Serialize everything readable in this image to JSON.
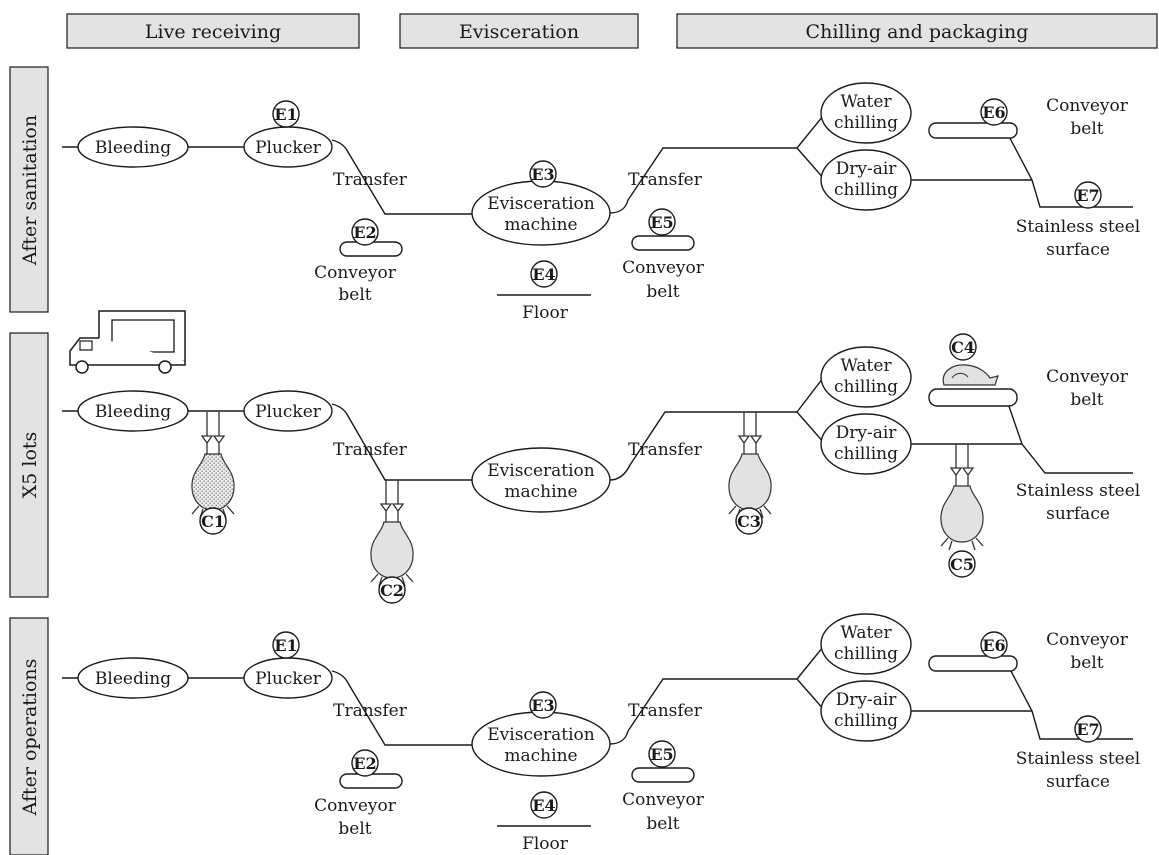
{
  "stages": [
    "Live receiving",
    "Evisceration",
    "Chilling and packaging"
  ],
  "rows": [
    {
      "side_label": "After sanitation",
      "nodes": {
        "bleeding": "Bleeding",
        "plucker": "Plucker",
        "transfer1": "Transfer",
        "evisceration": [
          "Evisceration",
          "machine"
        ],
        "transfer2": "Transfer",
        "water_chilling": [
          "Water",
          "chilling"
        ],
        "dry_air_chilling": [
          "Dry-air",
          "chilling"
        ],
        "conveyor_belt_right": [
          "Conveyor",
          "belt"
        ],
        "stainless": [
          "Stainless steel",
          "surface"
        ],
        "conveyor_belt_1": [
          "Conveyor",
          "belt"
        ],
        "floor": "Floor",
        "conveyor_belt_2": [
          "Conveyor",
          "belt"
        ]
      },
      "codes": {
        "plucker": "E1",
        "belt1": "E2",
        "evisceration": "E3",
        "floor": "E4",
        "belt2": "E5",
        "belt_right": "E6",
        "stainless": "E7"
      }
    },
    {
      "side_label": "X5 lots",
      "nodes": {
        "bleeding": "Bleeding",
        "plucker": "Plucker",
        "transfer1": "Transfer",
        "evisceration": [
          "Evisceration",
          "machine"
        ],
        "transfer2": "Transfer",
        "water_chilling": [
          "Water",
          "chilling"
        ],
        "dry_air_chilling": [
          "Dry-air",
          "chilling"
        ],
        "conveyor_belt_right": [
          "Conveyor",
          "belt"
        ],
        "stainless": [
          "Stainless steel",
          "surface"
        ]
      },
      "codes": {
        "c1": "C1",
        "c2": "C2",
        "c3": "C3",
        "c4": "C4",
        "c5": "C5"
      }
    },
    {
      "side_label": "After operations",
      "nodes": {
        "bleeding": "Bleeding",
        "plucker": "Plucker",
        "transfer1": "Transfer",
        "evisceration": [
          "Evisceration",
          "machine"
        ],
        "transfer2": "Transfer",
        "water_chilling": [
          "Water",
          "chilling"
        ],
        "dry_air_chilling": [
          "Dry-air",
          "chilling"
        ],
        "conveyor_belt_right": [
          "Conveyor",
          "belt"
        ],
        "stainless": [
          "Stainless steel",
          "surface"
        ],
        "conveyor_belt_1": [
          "Conveyor",
          "belt"
        ],
        "floor": "Floor",
        "conveyor_belt_2": [
          "Conveyor",
          "belt"
        ]
      },
      "codes": {
        "plucker": "E1",
        "belt1": "E2",
        "evisceration": "E3",
        "floor": "E4",
        "belt2": "E5",
        "belt_right": "E6",
        "stainless": "E7"
      }
    }
  ],
  "icons": [
    "truck-icon",
    "hanging-chicken-icon",
    "chicken-carcass-icon"
  ]
}
